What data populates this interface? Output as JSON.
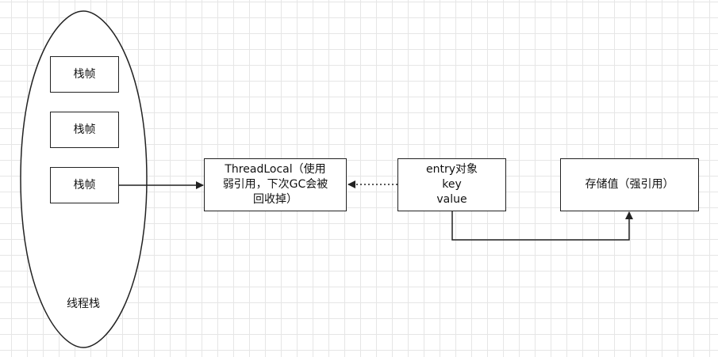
{
  "diagram": {
    "thread_stack": {
      "label": "线程栈",
      "frames": [
        "栈帧",
        "栈帧",
        "栈帧"
      ]
    },
    "threadlocal_node": {
      "lines": [
        "ThreadLocal（使用",
        "弱引用，下次GC会被",
        "回收掉）"
      ]
    },
    "entry_node": {
      "lines": [
        "entry对象",
        "key",
        "value"
      ]
    },
    "stored_value_node": {
      "label": "存储值（强引用）"
    },
    "colors": {
      "stroke": "#222222",
      "grid": "#e6e6e6",
      "background": "#ffffff"
    }
  }
}
